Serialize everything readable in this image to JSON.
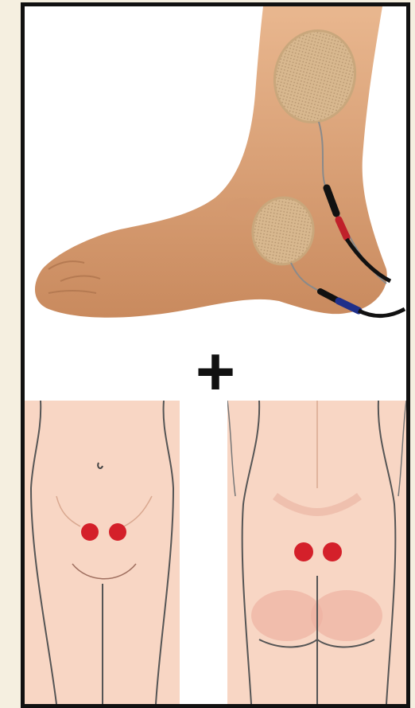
{
  "separator": {
    "symbol": "+"
  },
  "photo": {
    "subject": "foot-with-electrode-pads",
    "electrode_count": 2,
    "lead_colors": [
      "#c0202a",
      "#1f2f8a"
    ]
  },
  "diagram_front": {
    "view": "front",
    "marker_count": 2,
    "marker_color": "#d4202a",
    "skin_color": "#f8d6c4"
  },
  "diagram_back": {
    "view": "back",
    "marker_count": 2,
    "marker_color": "#d4202a",
    "skin_color": "#f8d6c4"
  }
}
